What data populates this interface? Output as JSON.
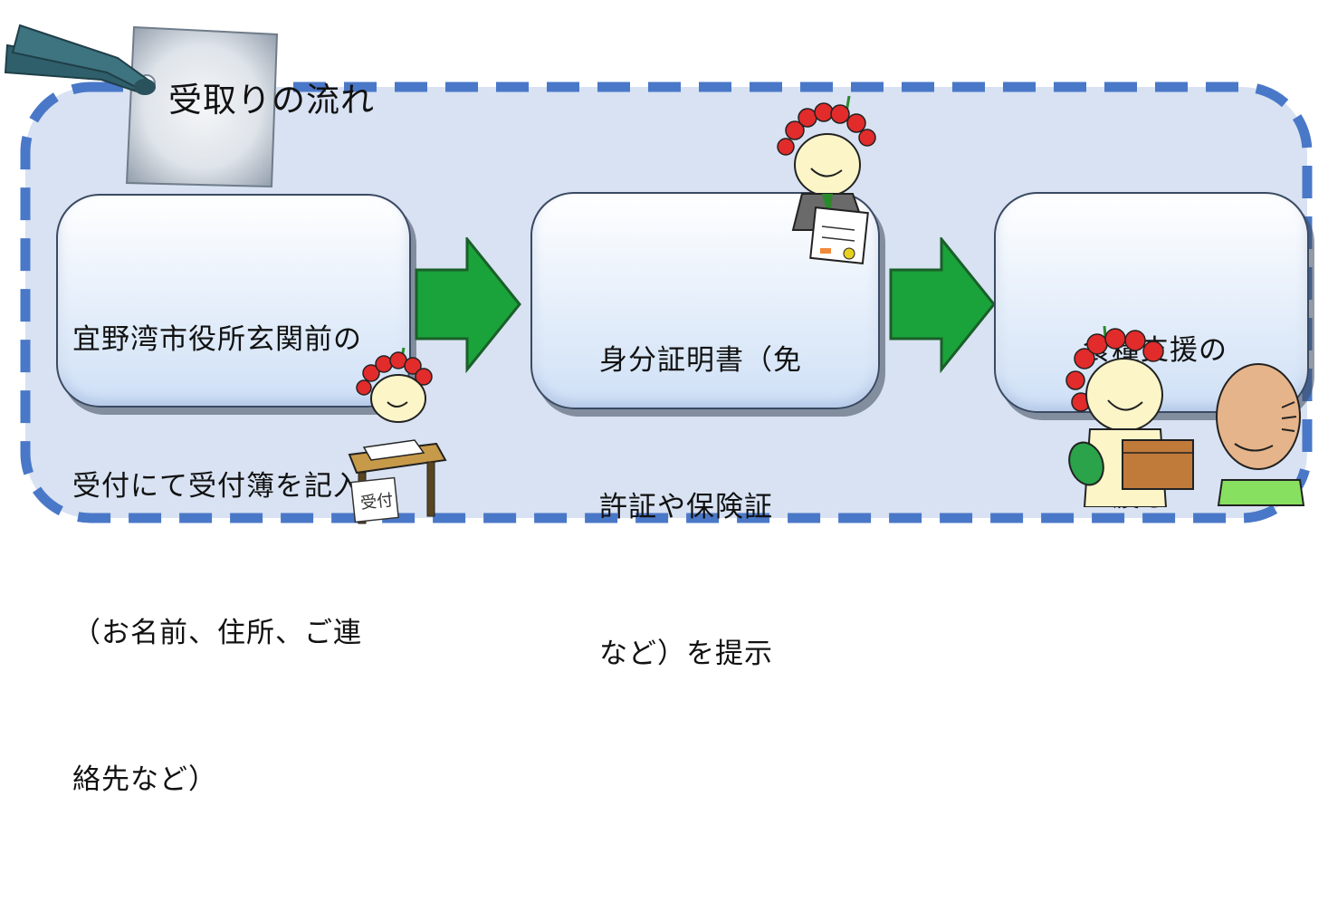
{
  "title": "受取りの流れ",
  "steps": [
    {
      "lines": [
        "宜野湾市役所玄関前の",
        "受付にて受付簿を記入",
        "（お名前、住所、ご連",
        "絡先など）"
      ]
    },
    {
      "lines": [
        "身分証明書（免",
        "許証や保険証",
        "など）を提示"
      ]
    },
    {
      "lines": [
        "食糧支援の",
        "お渡し"
      ]
    }
  ],
  "desk_sign": "受付",
  "colors": {
    "frame_border": "#4a78c8",
    "frame_fill": "#d8e2f2",
    "arrow": "#1aa33a",
    "arrow_outline": "#1a5f2a",
    "tag_fill": "#aab6c3",
    "ribbon": "#2f5f6b"
  },
  "icons": [
    "ribbon-icon",
    "mascot-writing-icon",
    "mascot-document-icon",
    "mascot-handing-box-icon",
    "elderly-person-icon",
    "arrow-right-icon"
  ]
}
